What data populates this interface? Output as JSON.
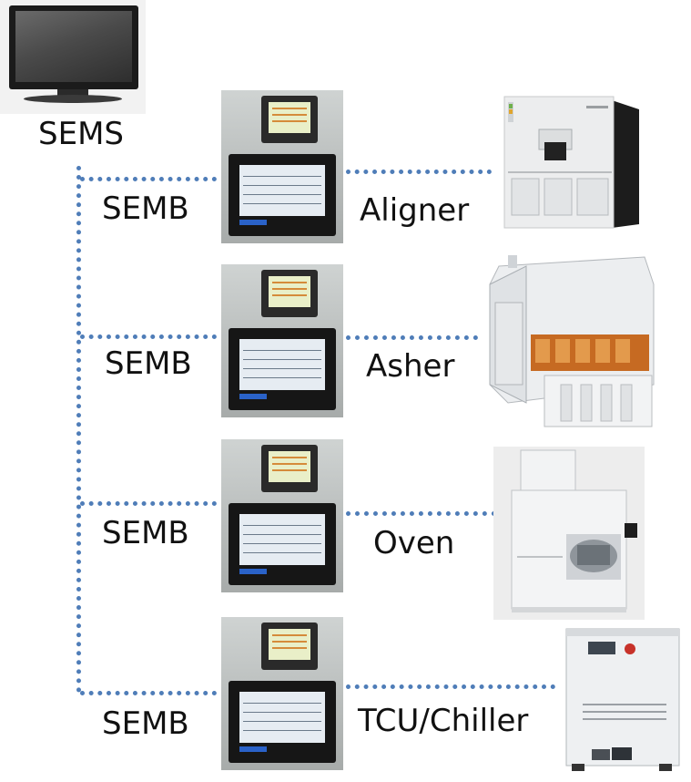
{
  "server": {
    "label": "SEMS",
    "icon": "monitor-icon"
  },
  "semb_label": "SEMB",
  "equipment": [
    {
      "name": "Aligner",
      "icon": "aligner-machine-icon"
    },
    {
      "name": "Asher",
      "icon": "asher-machine-icon"
    },
    {
      "name": "Oven",
      "icon": "oven-machine-icon"
    },
    {
      "name": "TCU/Chiller",
      "icon": "chiller-machine-icon"
    }
  ],
  "colors": {
    "connector": "#4f7db8",
    "background": "#ffffff"
  }
}
